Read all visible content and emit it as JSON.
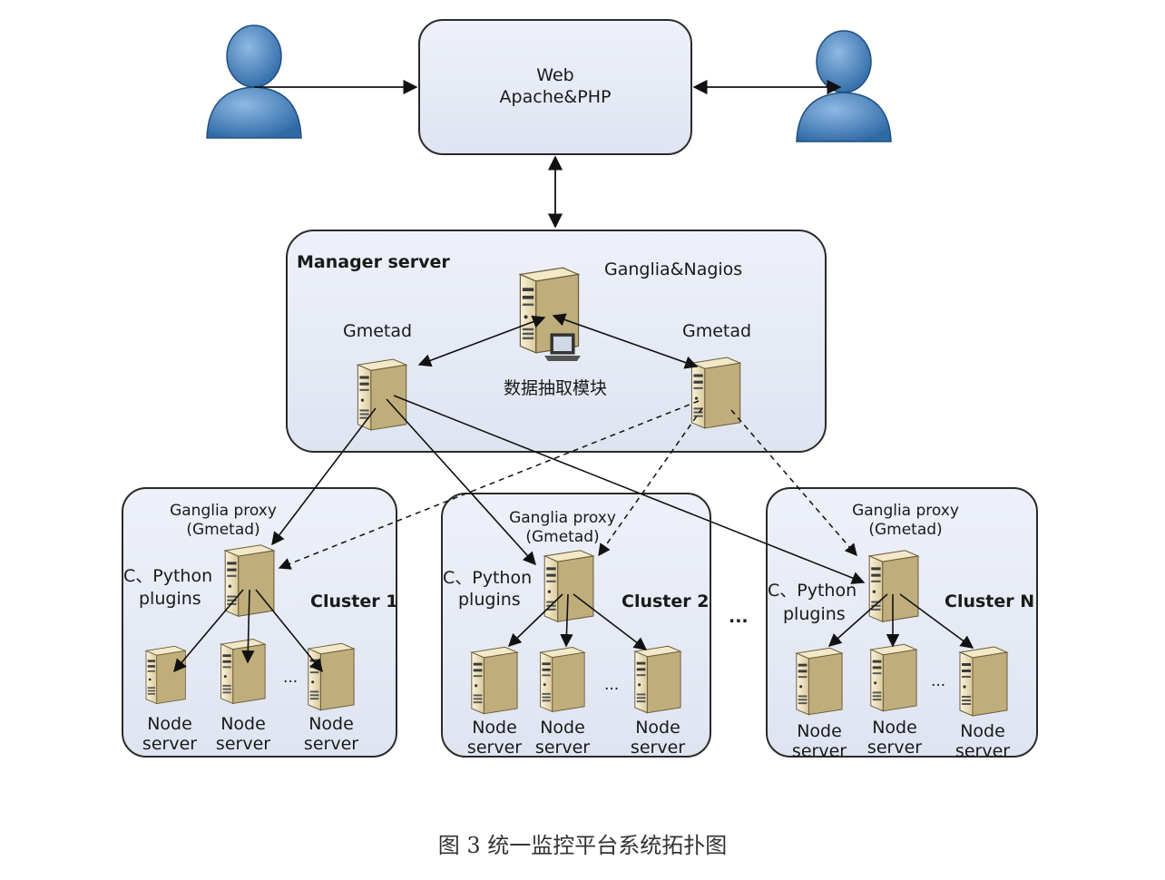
{
  "web_box": {
    "line1": "Web",
    "line2": "Apache&PHP"
  },
  "manager": {
    "title": "Manager server",
    "core_label": "Ganglia&Nagios",
    "left_gmetad": "Gmetad",
    "right_gmetad": "Gmetad",
    "module_label": "数据抽取模块"
  },
  "clusters": [
    {
      "proxy_line1": "Ganglia proxy",
      "proxy_line2": "(Gmetad)",
      "plugins_line1": "C、Python",
      "plugins_line2": "plugins",
      "name": "Cluster 1",
      "node_line1": "Node",
      "node_line2": "server",
      "ellipsis": "..."
    },
    {
      "proxy_line1": "Ganglia proxy",
      "proxy_line2": "(Gmetad)",
      "plugins_line1": "C、Python",
      "plugins_line2": "plugins",
      "name": "Cluster 2",
      "node_line1": "Node",
      "node_line2": "server",
      "ellipsis": "..."
    },
    {
      "proxy_line1": "Ganglia proxy",
      "proxy_line2": "(Gmetad)",
      "plugins_line1": "C、Python",
      "plugins_line2": "plugins",
      "name": "Cluster N",
      "node_line1": "Node",
      "node_line2": "server",
      "ellipsis": "..."
    }
  ],
  "between_clusters": "...",
  "caption": "图 3  统一监控平台系统拓扑图",
  "colors": {
    "box_fill": "#e3e7f3",
    "box_stroke": "#2a2a2a",
    "server_body": "#f1e6c4",
    "server_dark": "#8c7a52",
    "user_blue": "#4f86bf"
  }
}
